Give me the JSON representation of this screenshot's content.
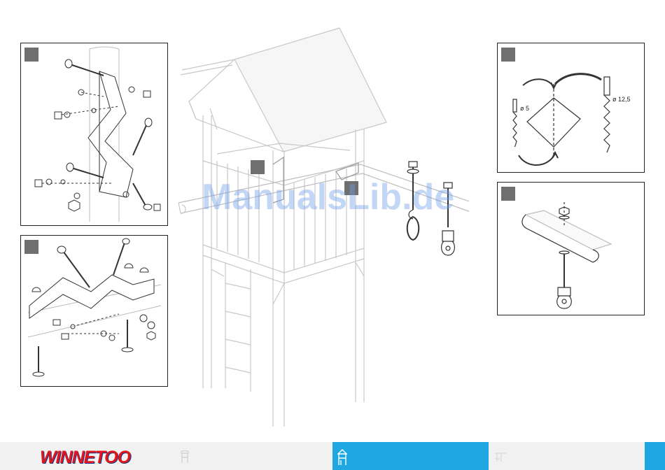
{
  "watermark": "ManualsLib.de",
  "drill_labels": {
    "small": "ø 5",
    "large": "ø 12,5"
  },
  "brand": {
    "logo": "WINNETOO",
    "red": "#e0161b",
    "blue": "#1b3a8f"
  },
  "colors": {
    "tab_active": "#1ea7e1",
    "footer_bg": "#f1f1f1",
    "step_marker": "#6f6f6f"
  },
  "footer": {
    "icons": [
      "swing-tower-icon",
      "tower-icon-active",
      "bracket-icon"
    ]
  }
}
